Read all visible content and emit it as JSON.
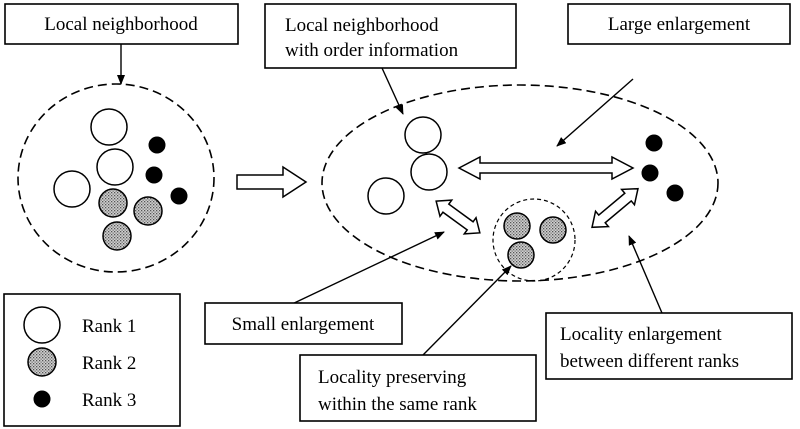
{
  "labels": {
    "local_neighborhood": "Local neighborhood",
    "order_info_line1": "Local neighborhood",
    "order_info_line2": "with order information",
    "large_enlargement": "Large enlargement",
    "small_enlargement": "Small enlargement",
    "preserving_line1": "Locality preserving",
    "preserving_line2": "within the same rank",
    "between_line1": "Locality enlargement",
    "between_line2": "between different ranks"
  },
  "legend": {
    "items": [
      {
        "label": "Rank 1",
        "style": "hollow-circle"
      },
      {
        "label": "Rank 2",
        "style": "dotted-gray-circle"
      },
      {
        "label": "Rank 3",
        "style": "black-dot"
      }
    ]
  },
  "colors": {
    "stroke": "#000000",
    "rank2_fill": "#b3b3b3",
    "background": "#ffffff"
  }
}
